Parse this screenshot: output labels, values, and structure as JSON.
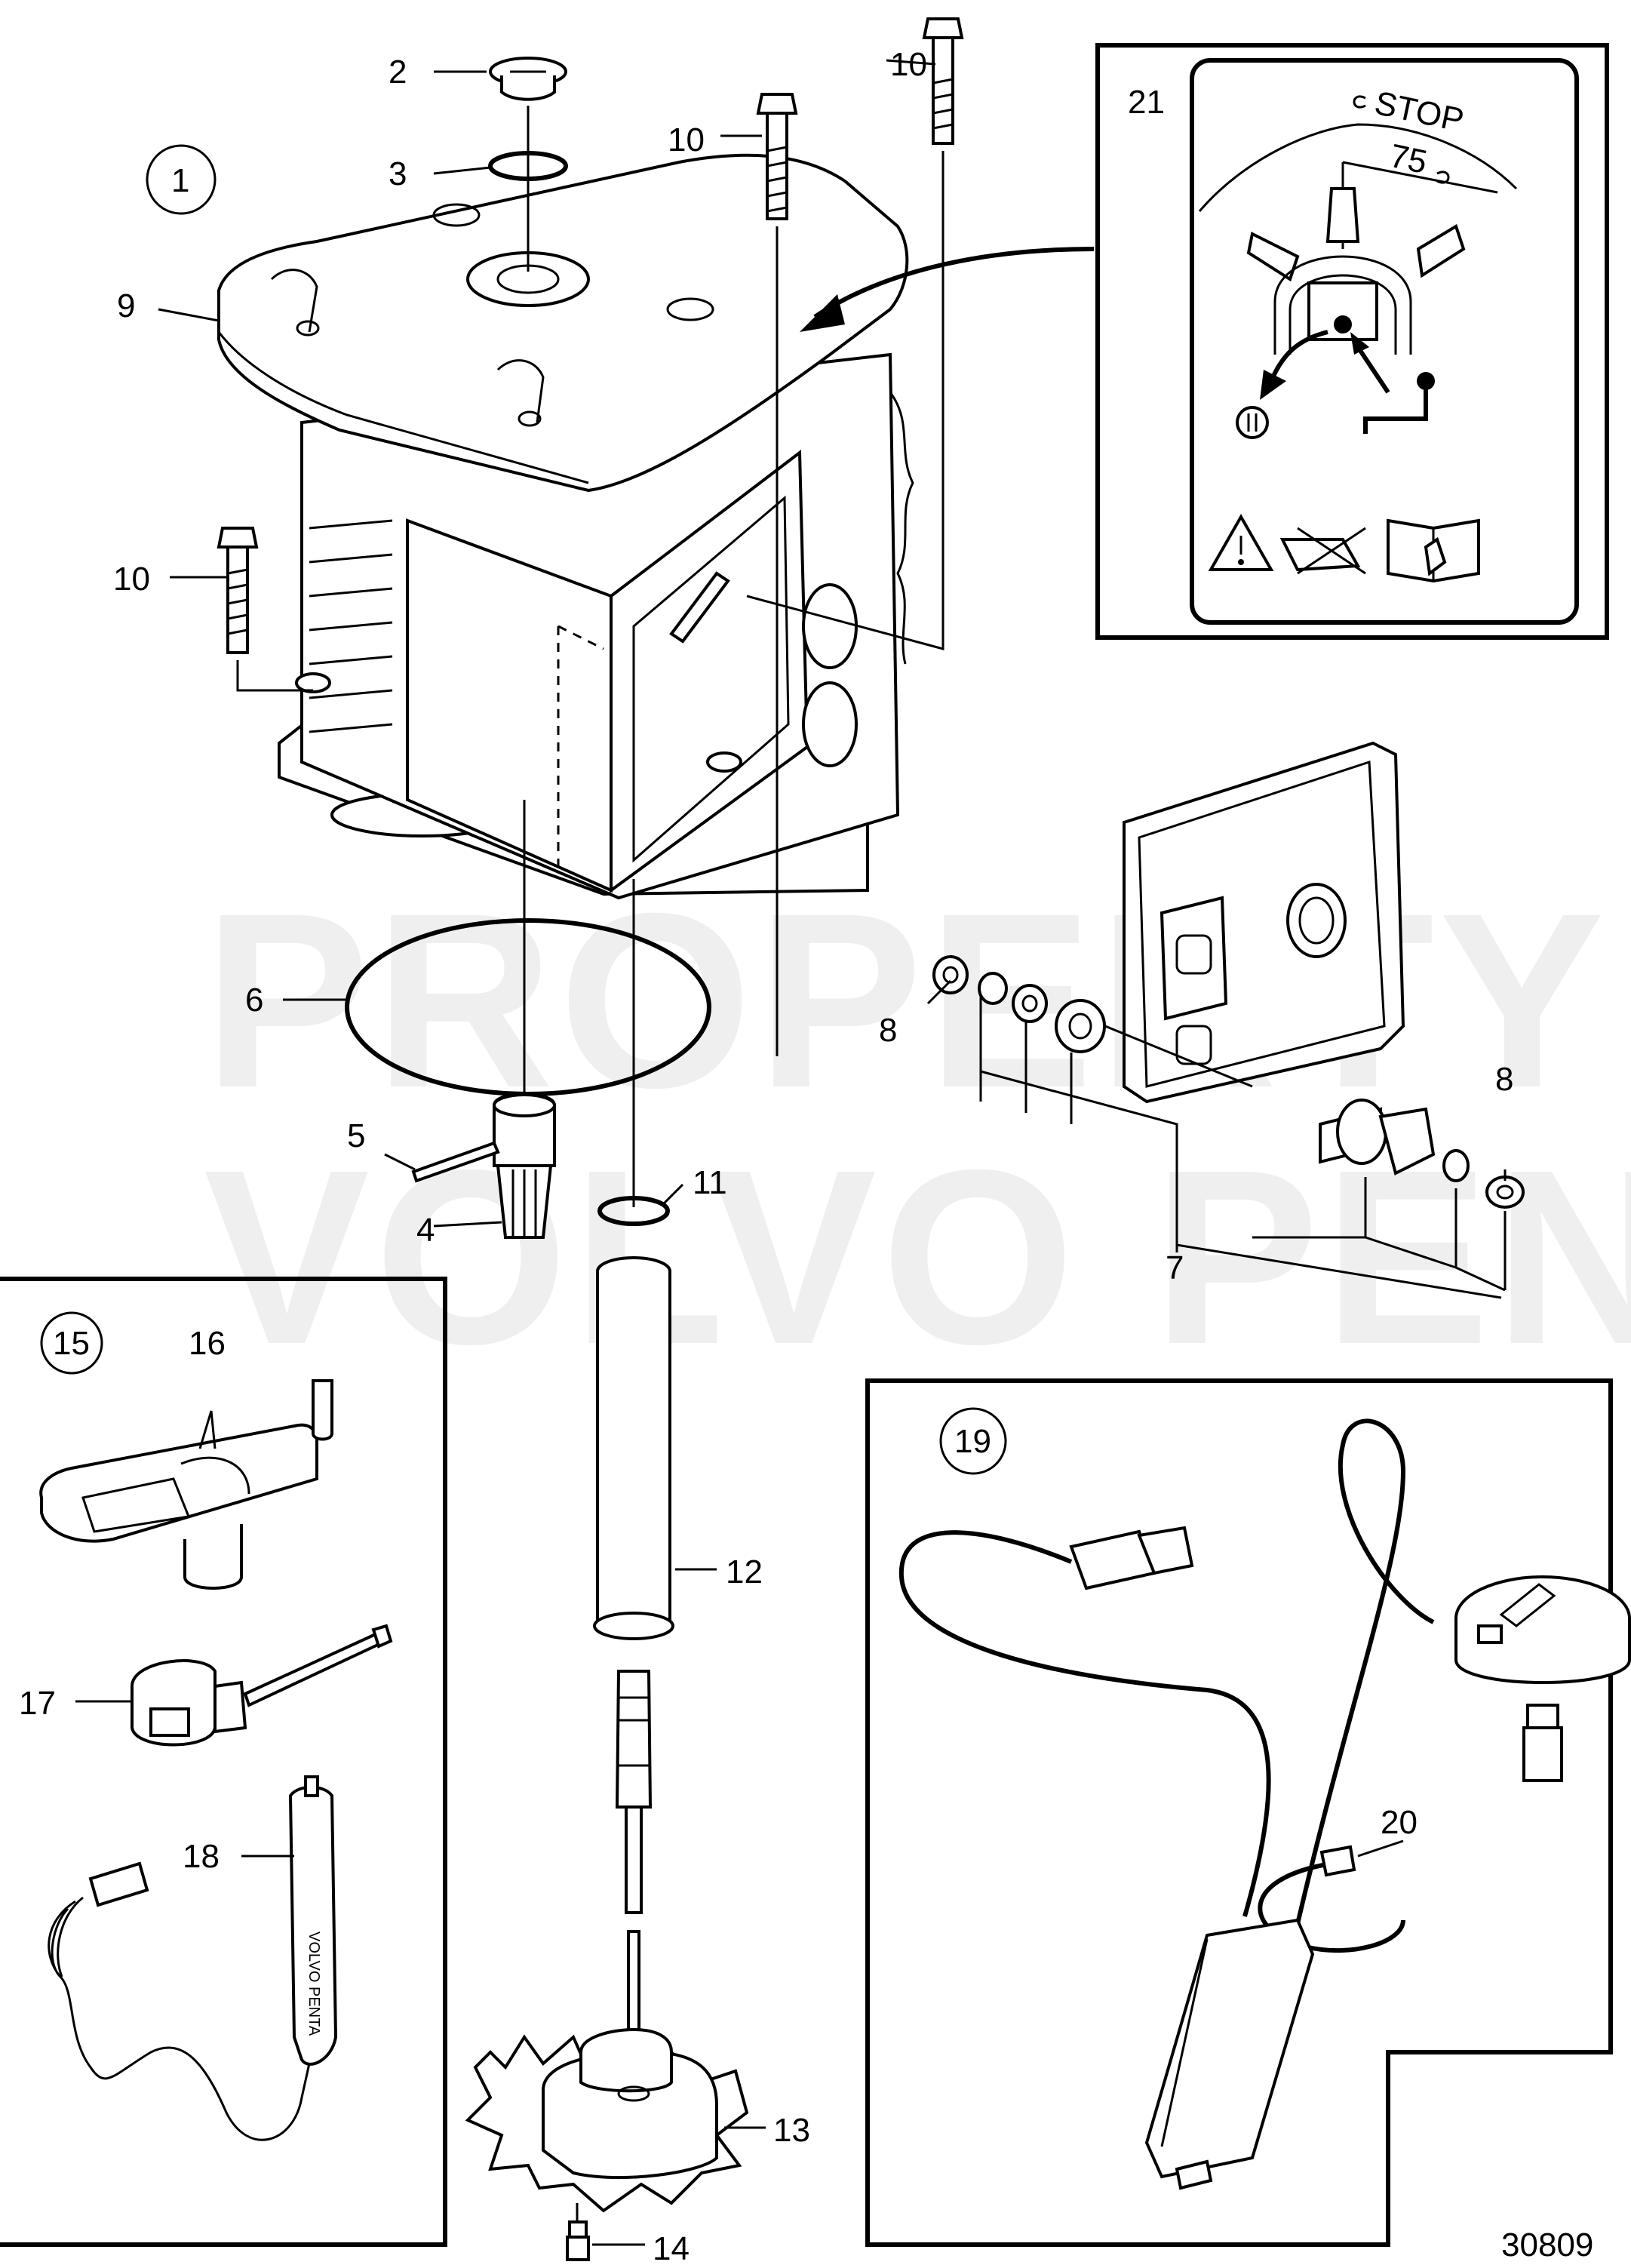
{
  "watermark": {
    "line1": "PROPERTY OF",
    "line2": "VOLVO PENTA"
  },
  "figure_number": "30809",
  "callouts": {
    "c1": "1",
    "c2": "2",
    "c3": "3",
    "c4": "4",
    "c5": "5",
    "c6": "6",
    "c7": "7",
    "c8a": "8",
    "c8b": "8",
    "c9": "9",
    "c10a": "10",
    "c10b": "10",
    "c10c": "10",
    "c11": "11",
    "c12": "12",
    "c13": "13",
    "c14": "14",
    "c15": "15",
    "c16": "16",
    "c17": "17",
    "c18": "18",
    "c19": "19",
    "c20": "20",
    "c21": "21"
  },
  "decal": {
    "stop_label": "STOP",
    "angle_label": "75"
  },
  "module_label": "VOLVO PENTA"
}
